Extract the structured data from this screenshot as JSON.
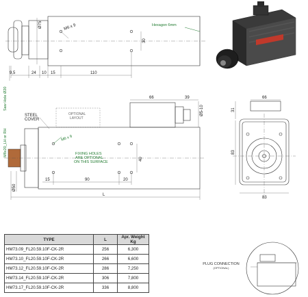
{
  "top_view": {
    "dia_label": "Ø75",
    "m_label": "M6 x 9",
    "hex_label": "Hexagon 6mm",
    "d30": "30",
    "d95": "9,5",
    "d24": "24",
    "d10": "10",
    "d15": "15",
    "d110": "110",
    "saw_hole": "Saw Hole Ø20"
  },
  "side_view": {
    "d66": "66",
    "d39": "39",
    "d3510": "Ø5-10",
    "steel_cover": "STEEL COVER",
    "optional_layout": "OPTIONAL\nLAYOUT",
    "thread": "M8x20_LH or RH",
    "m_label": "M6 x 9",
    "fixing": "FIXING  HOLES\nARE OPTIONAL\nON THIS SURFACE",
    "d40": "40",
    "d15": "15",
    "d90": "90",
    "d20": "20",
    "d50": "Ø50",
    "L": "L"
  },
  "end_view": {
    "d66": "66",
    "d31": "31",
    "d83v": "83",
    "d83h": "83"
  },
  "table": {
    "headers": [
      "TYPE",
      "L",
      "Apr. Weight\nKg"
    ],
    "rows": [
      [
        "HM73.09_FL20.59.10F-CK-2R",
        "256",
        "6,300"
      ],
      [
        "HM73.10_FL20.59.10F-CK-2R",
        "266",
        "6,600"
      ],
      [
        "HM73.12_FL20.59.10F-CK-2R",
        "286",
        "7,250"
      ],
      [
        "HM73.14_FL20.59.10F-CK-2R",
        "306",
        "7,800"
      ],
      [
        "HM73.17_FL20.59.10F-CK-2R",
        "336",
        "8,800"
      ]
    ]
  },
  "plug": {
    "label": "PLUG CONNECTION",
    "sub": "(OPTIONAL)"
  }
}
